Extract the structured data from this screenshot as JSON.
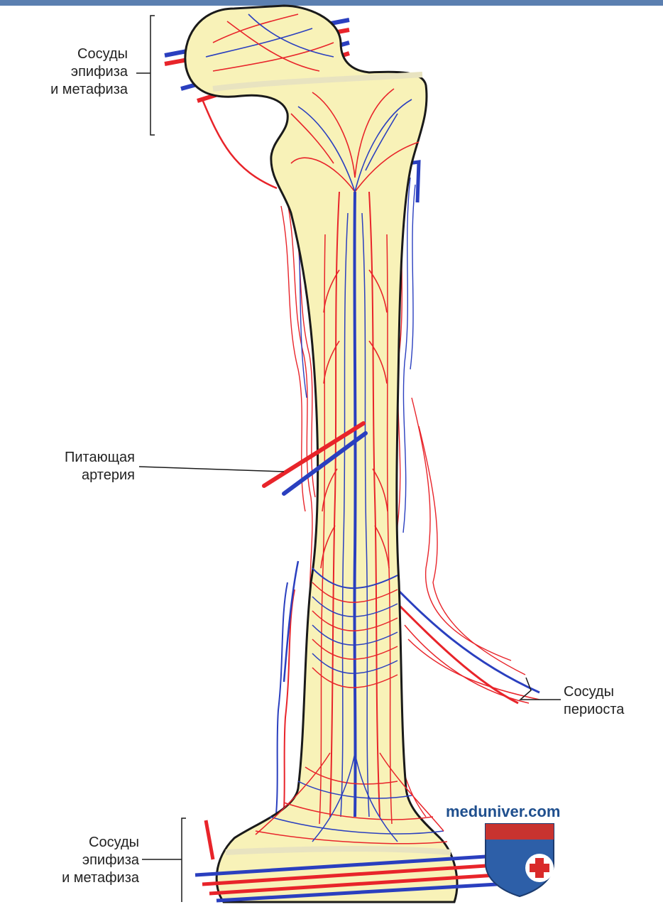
{
  "labels": {
    "epiphysis_top": [
      "Сосуды",
      "эпифиза",
      "и метафиза"
    ],
    "nutrient_artery": [
      "Питающая",
      "артерия"
    ],
    "periosteum": [
      "Сосуды",
      "периоста"
    ],
    "epiphysis_bottom": [
      "Сосуды",
      "эпифиза",
      "и метафиза"
    ]
  },
  "watermark": {
    "site": "meduniver.com",
    "icon": "shield-cross-icon"
  },
  "colors": {
    "bone_fill": "#f8f2b8",
    "bone_outline": "#1a1a1a",
    "artery": "#e8242a",
    "vein": "#2a3fbf",
    "header_bar": "#5b7fb0"
  }
}
